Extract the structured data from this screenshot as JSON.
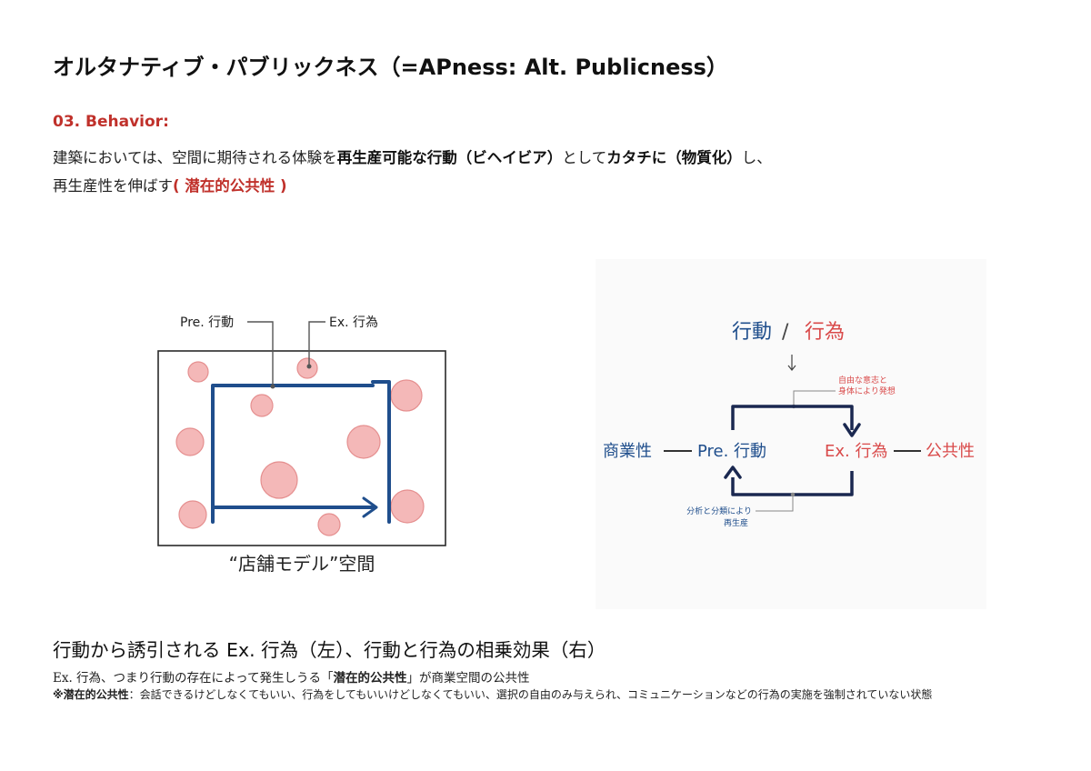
{
  "title": "オルタナティブ・パブリックネス（=APness: Alt. Publicness）",
  "section": {
    "heading": "03. Behavior:"
  },
  "intro": {
    "p1": "建築においては、空間に期待される体験を",
    "b1": "再生産可能な行動（ビヘイビア）",
    "p2": "として",
    "b2": "カタチに（物質化）",
    "p3": "し、",
    "p4": "再生産性を伸ばす",
    "red": "( 潜在的公共性 )"
  },
  "left_diagram": {
    "pre_label": "Pre. 行動",
    "ex_label": "Ex. 行為",
    "caption": "“店舗モデル”空間"
  },
  "right_diagram": {
    "title_blue": "行動",
    "title_sep": "/",
    "title_red": "行為",
    "top_note_1": "自由な意志と",
    "top_note_2": "身体により発想",
    "commerce": "商業性",
    "pre_node": "Pre. 行動",
    "ex_node": "Ex. 行為",
    "public": "公共性",
    "bottom_note_1": "分析と分類により",
    "bottom_note_2": "再生産"
  },
  "caption": {
    "title": "行動から誘引される Ex. 行為（左）、行動と行為の相乗効果（右）",
    "line1_a": "Ex. 行為、つまり行動の存在によって発生しうる「",
    "line1_b": "潜在的公共性",
    "line1_c": "」が商業空間の公共性"
  },
  "note": {
    "bold": "※潜在的公共性",
    "text": "：会話できるけどしなくてもいい、行為をしてもいいけどしなくてもいい、選択の自由のみ与えられ、コミュニケーションなどの行為の実施を強制されていない状態"
  },
  "colors": {
    "blue": "#1f4e8c",
    "red": "#d94a4a",
    "pink_fill": "#f4b8b8",
    "accent_red": "#c0312b"
  }
}
